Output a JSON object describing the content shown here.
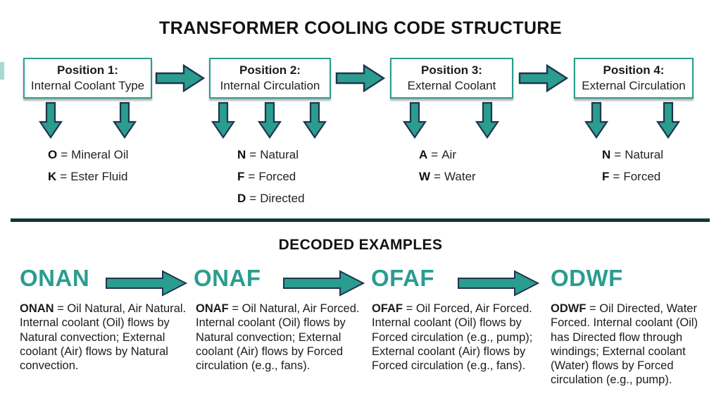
{
  "title": "TRANSFORMER COOLING CODE STRUCTURE",
  "colors": {
    "accent_teal": "#2a9d8f",
    "arrow_outline": "#1f3550",
    "divider": "#143531",
    "text": "#161616"
  },
  "glyphs": {
    "equals": "="
  },
  "positions": [
    {
      "title": "Position 1:",
      "subtitle": "Internal Coolant Type",
      "codes": [
        {
          "letter": "O",
          "meaning": "Mineral Oil"
        },
        {
          "letter": "K",
          "meaning": "Ester Fluid"
        }
      ]
    },
    {
      "title": "Position 2:",
      "subtitle": "Internal Circulation",
      "codes": [
        {
          "letter": "N",
          "meaning": "Natural"
        },
        {
          "letter": "F",
          "meaning": "Forced"
        },
        {
          "letter": "D",
          "meaning": "Directed"
        }
      ]
    },
    {
      "title": "Position 3:",
      "subtitle": "External Coolant",
      "codes": [
        {
          "letter": "A",
          "meaning": "Air"
        },
        {
          "letter": "W",
          "meaning": "Water"
        }
      ]
    },
    {
      "title": "Position 4:",
      "subtitle": "External Circulation",
      "codes": [
        {
          "letter": "N",
          "meaning": "Natural"
        },
        {
          "letter": "F",
          "meaning": "Forced"
        }
      ]
    }
  ],
  "examples_section": {
    "title": "DECODED EXAMPLES",
    "examples": [
      {
        "code": "ONAN",
        "description": "= Oil Natural, Air Natural. Internal coolant (Oil) flows by Natural convection; External coolant (Air) flows by Natural convection."
      },
      {
        "code": "ONAF",
        "description": "= Oil Natural, Air Forced. Internal coolant (Oil) flows by Natural convection; External coolant (Air) flows by Forced circulation (e.g., fans)."
      },
      {
        "code": "OFAF",
        "description": "= Oil Forced, Air Forced. Internal coolant (Oil) flows by Forced circulation (e.g., pump); External coolant (Air) flows by Forced circulation (e.g., fans)."
      },
      {
        "code": "ODWF",
        "description": "= Oil Directed, Water Forced. Internal coolant (Oil) has Directed flow through windings; External coolant (Water) flows by Forced circulation (e.g., pump)."
      }
    ]
  }
}
